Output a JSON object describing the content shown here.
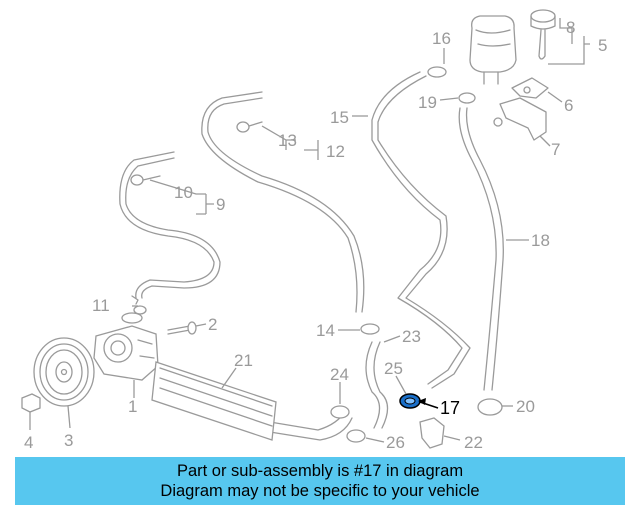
{
  "diagram": {
    "highlight_color": "#1a6fc9",
    "callouts": [
      {
        "id": "1",
        "text": "1"
      },
      {
        "id": "2",
        "text": "2"
      },
      {
        "id": "3",
        "text": "3"
      },
      {
        "id": "4",
        "text": "4"
      },
      {
        "id": "5",
        "text": "5"
      },
      {
        "id": "6",
        "text": "6"
      },
      {
        "id": "7",
        "text": "7"
      },
      {
        "id": "8",
        "text": "8"
      },
      {
        "id": "9",
        "text": "9"
      },
      {
        "id": "10",
        "text": "10"
      },
      {
        "id": "11",
        "text": "11"
      },
      {
        "id": "12",
        "text": "12"
      },
      {
        "id": "13",
        "text": "13"
      },
      {
        "id": "14",
        "text": "14"
      },
      {
        "id": "15",
        "text": "15"
      },
      {
        "id": "16",
        "text": "16"
      },
      {
        "id": "17",
        "text": "17"
      },
      {
        "id": "18",
        "text": "18"
      },
      {
        "id": "19",
        "text": "19"
      },
      {
        "id": "20",
        "text": "20"
      },
      {
        "id": "21",
        "text": "21"
      },
      {
        "id": "22",
        "text": "22"
      },
      {
        "id": "23",
        "text": "23"
      },
      {
        "id": "24",
        "text": "24"
      },
      {
        "id": "25",
        "text": "25"
      },
      {
        "id": "26",
        "text": "26"
      }
    ],
    "highlighted_part": "17"
  },
  "banner": {
    "line1": "Part or sub-assembly is #17 in diagram",
    "line2": "Diagram may not be specific to your vehicle",
    "color": "#57c7ef"
  }
}
